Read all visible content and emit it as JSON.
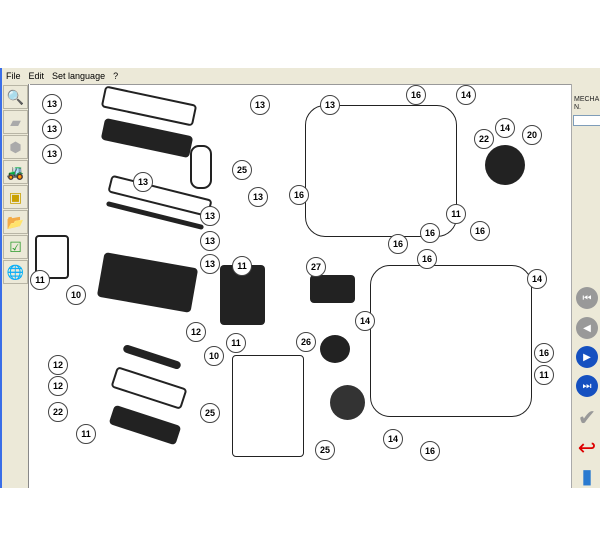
{
  "menu": {
    "file": "File",
    "edit": "Edit",
    "set_language": "Set language",
    "help": "?"
  },
  "toolbar": [
    {
      "icon": "search-key-icon"
    },
    {
      "icon": "part-icon"
    },
    {
      "icon": "component-icon"
    },
    {
      "icon": "tractor-icon"
    },
    {
      "icon": "catalog-icon"
    },
    {
      "icon": "open-folder-icon"
    },
    {
      "icon": "checklist-icon"
    },
    {
      "icon": "globe-icon"
    }
  ],
  "right_panel": {
    "label": "MECHA N.",
    "input_value": ""
  },
  "nav": {
    "first": "first-icon",
    "prev": "prev-icon",
    "next": "next-icon",
    "last": "last-icon",
    "confirm": "check-icon",
    "back": "undo-icon",
    "exit": "exit-icon"
  },
  "callouts": [
    "13",
    "13",
    "13",
    "13",
    "13",
    "13",
    "13",
    "13",
    "13",
    "25",
    "16",
    "11",
    "10",
    "12",
    "12",
    "12",
    "22",
    "11",
    "11",
    "11",
    "10",
    "25",
    "27",
    "26",
    "25",
    "13",
    "16",
    "14",
    "14",
    "22",
    "20",
    "11",
    "16",
    "16",
    "16",
    "16",
    "14",
    "14",
    "16",
    "11",
    "14",
    "16"
  ]
}
